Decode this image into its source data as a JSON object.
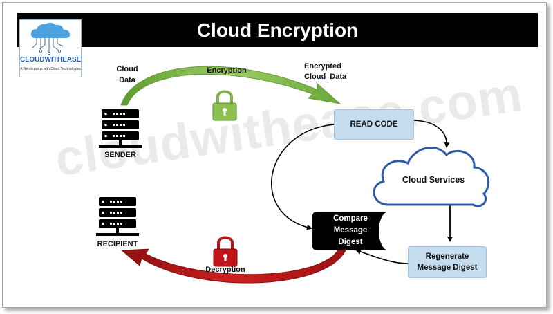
{
  "title": "Cloud Encryption",
  "logo": {
    "name": "CLOUDWITHEASE",
    "tagline": "A Rendezvous with Cloud Technologies"
  },
  "watermark": "cloudwithease.com",
  "labels": {
    "cloud_data": "Cloud\nData",
    "encryption": "Encryption",
    "encrypted_cloud_data": "Encrypted\nCloud  Data",
    "sender": "SENDER",
    "recipient": "RECIPIENT",
    "decryption": "Decryption"
  },
  "nodes": {
    "read_code": "READ CODE",
    "cloud_services": "Cloud Services",
    "compare_digest": "Compare\nMessage\nDigest",
    "regenerate_digest": "Regenerate\nMessage Digest"
  },
  "icons": {
    "sender": "server-icon",
    "recipient": "server-icon",
    "encrypt_lock": "lock-icon",
    "decrypt_lock": "lock-icon",
    "logo": "cloud-circuit-icon"
  },
  "colors": {
    "banner": "#000000",
    "encryption_arrow": "#7fb24a",
    "encryption_lock": "#8cc152",
    "decryption_arrow": "#b01818",
    "decryption_lock": "#c0141b",
    "box_fill": "#c6dcef",
    "cloud_outline": "#2b5aa8"
  }
}
